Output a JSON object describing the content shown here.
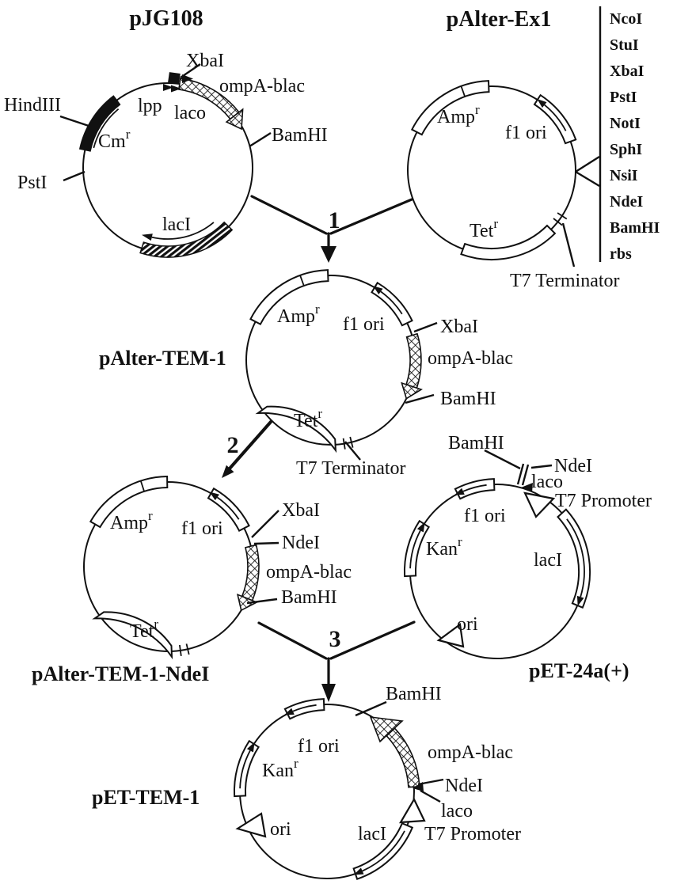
{
  "figure": {
    "steps": {
      "s1": "1",
      "s2": "2",
      "s3": "3"
    },
    "pjg108": {
      "title": "pJG108",
      "hindiii": "HindIII",
      "psti": "PstI",
      "cm": "Cm",
      "cm_sup": "r",
      "lpp": "lpp",
      "laco": "laco",
      "xbai": "XbaI",
      "ompa_blac": "ompA-blac",
      "bamhi": "BamHI",
      "laci": "lacI"
    },
    "palter_ex1": {
      "title": "pAlter-Ex1",
      "amp": "Amp",
      "amp_sup": "r",
      "f1_ori": "f1 ori",
      "tet": "Tet",
      "tet_sup": "r",
      "t7_terminator": "T7 Terminator",
      "mcs": [
        "NcoI",
        "StuI",
        "XbaI",
        "PstI",
        "NotI",
        "SphI",
        "NsiI",
        "NdeI",
        "BamHI",
        "rbs"
      ]
    },
    "palter_tem1": {
      "title": "pAlter-TEM-1",
      "amp": "Amp",
      "amp_sup": "r",
      "f1_ori": "f1 ori",
      "xbai": "XbaI",
      "ompa_blac": "ompA-blac",
      "bamhi": "BamHI",
      "tet": "Tet",
      "tet_sup": "r",
      "t7_terminator": "T7 Terminator"
    },
    "palter_tem1_ndei": {
      "title": "pAlter-TEM-1-NdeI",
      "amp": "Amp",
      "amp_sup": "r",
      "f1_ori": "f1 ori",
      "xbai": "XbaI",
      "ndei": "NdeI",
      "ompa_blac": "ompA-blac",
      "bamhi": "BamHI",
      "tet": "Tet",
      "tet_sup": "r"
    },
    "pet24a": {
      "title": "pET-24a(+)",
      "bamhi": "BamHI",
      "ndei": "NdeI",
      "laco": "laco",
      "t7_promoter": "T7 Promoter",
      "f1_ori": "f1 ori",
      "kan": "Kan",
      "kan_sup": "r",
      "laci": "lacI",
      "ori": "ori"
    },
    "pet_tem1": {
      "title": "pET-TEM-1",
      "bamhi": "BamHI",
      "f1_ori": "f1 ori",
      "kan": "Kan",
      "kan_sup": "r",
      "ompa_blac": "ompA-blac",
      "ndei": "NdeI",
      "laco": "laco",
      "t7_promoter": "T7 Promoter",
      "laci": "lacI",
      "ori": "ori"
    }
  }
}
